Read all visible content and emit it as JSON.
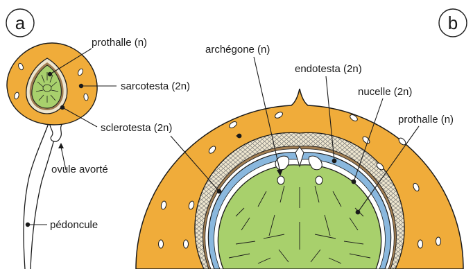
{
  "panels": {
    "a": "a",
    "b": "b"
  },
  "labels_a": {
    "prothalle": "prothalle (n)",
    "sarcotesta": "sarcotesta (2n)",
    "sclerotesta": "sclerotesta (2n)",
    "ovule_avorte": "ovule avorté",
    "pedoncule": "pédoncule"
  },
  "labels_b": {
    "archegone": "archégone (n)",
    "endotesta": "endotesta (2n)",
    "nucelle": "nucelle (2n)",
    "prothalle": "prothalle (n)"
  },
  "colors": {
    "sarcotesta": "#f0ac3a",
    "sclerotesta": "#e8e0c8",
    "endotesta": "#a07d52",
    "nucelle": "#8ab8de",
    "prothalle": "#a8d06c",
    "outline": "#1a1a1a"
  }
}
